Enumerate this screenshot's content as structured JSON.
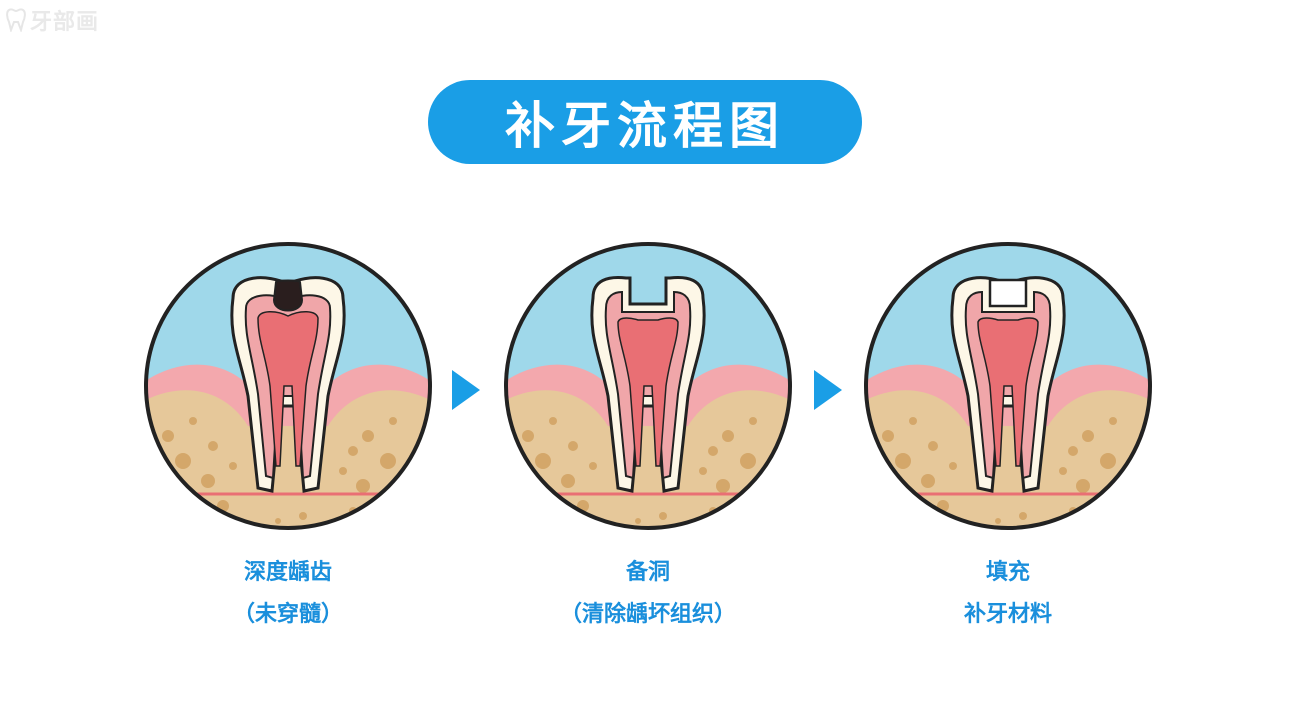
{
  "watermark": {
    "text": "牙部画"
  },
  "title": "补牙流程图",
  "colors": {
    "accent": "#1a9ee6",
    "caption": "#1a8fdc",
    "sky": "#9fd8ea",
    "gum": "#f3a8ad",
    "bone": "#e6c89a",
    "bone_dots": "#d4a76a",
    "enamel": "#fdf7e7",
    "dentin": "#f0a6a9",
    "pulp": "#e96f74",
    "cavity": "#2a1e1e",
    "filling": "#ffffff"
  },
  "steps": [
    {
      "line1": "深度龋齿",
      "line2": "（未穿髓）",
      "state": "cavity"
    },
    {
      "line1": "备洞",
      "line2": "（清除龋坏组织）",
      "state": "prepared"
    },
    {
      "line1": "填充",
      "line2": "补牙材料",
      "state": "filled"
    }
  ],
  "arrow_icon": "play-triangle-icon"
}
